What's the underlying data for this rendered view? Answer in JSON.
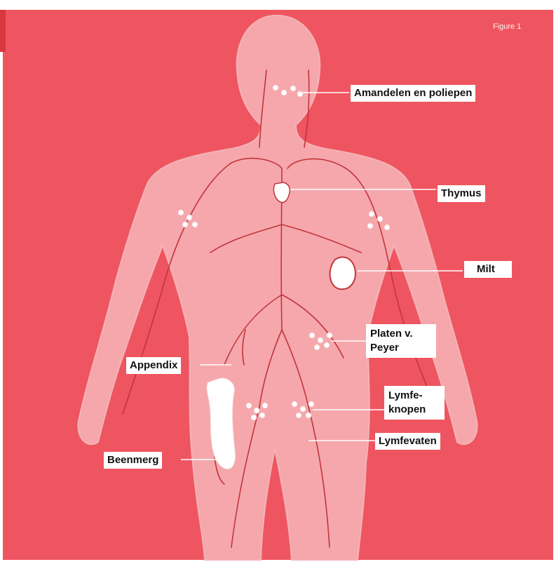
{
  "figure_label": "Figure 1",
  "labels": {
    "tonsils": "Amandelen en poliepen",
    "thymus": "Thymus",
    "spleen": "Milt",
    "peyer": "Platen v. Peyer",
    "appendix": "Appendix",
    "nodes": "Lymfe-knopen",
    "vessels": "Lymfevaten",
    "marrow": "Beenmerg"
  },
  "colors": {
    "background": "#ef5560",
    "body": "#f6a7ab",
    "vessel": "#c0353b",
    "organ": "#ffffff"
  }
}
